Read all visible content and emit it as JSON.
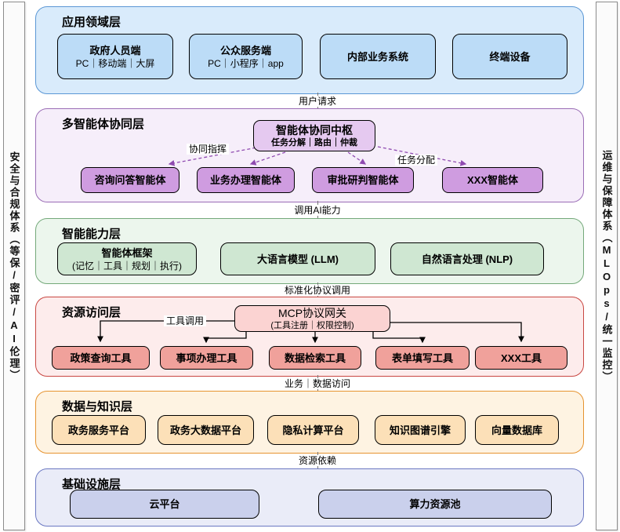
{
  "sidebars": {
    "left": "安全与合规体系（等保/密评/AI伦理）",
    "right": "运维与保障体系（MLOps/统一监控）"
  },
  "connectors": [
    "用户请求",
    "调用AI能力",
    "标准化协议调用",
    "业务｜数据访问",
    "资源依赖"
  ],
  "layers": {
    "app": {
      "title": "应用领域层",
      "boxes": [
        {
          "title": "政府人员端",
          "subtitle": "PC｜移动端｜大屏"
        },
        {
          "title": "公众服务端",
          "subtitle": "PC｜小程序｜app"
        },
        {
          "title": "内部业务系统",
          "subtitle": ""
        },
        {
          "title": "终端设备",
          "subtitle": ""
        }
      ]
    },
    "agents": {
      "title": "多智能体协同层",
      "hub": {
        "title": "智能体协同中枢",
        "subtitle": "任务分解｜路由｜仲裁"
      },
      "edge_labels": {
        "left": "协同指挥",
        "right": "任务分配"
      },
      "boxes": [
        "咨询问答智能体",
        "业务办理智能体",
        "审批研判智能体",
        "XXX智能体"
      ]
    },
    "ai": {
      "title": "智能能力层",
      "boxes": [
        {
          "title": "智能体框架",
          "subtitle": "(记忆｜工具｜规划｜执行)"
        },
        {
          "title": "大语言模型 (LLM)",
          "subtitle": ""
        },
        {
          "title": "自然语言处理 (NLP)",
          "subtitle": ""
        }
      ]
    },
    "resource": {
      "title": "资源访问层",
      "hub": {
        "title": "MCP协议网关",
        "subtitle": "(工具注册｜权限控制)"
      },
      "edge_label": "工具调用",
      "boxes": [
        "政策查询工具",
        "事项办理工具",
        "数据检索工具",
        "表单填写工具",
        "XXX工具"
      ]
    },
    "data": {
      "title": "数据与知识层",
      "boxes": [
        "政务服务平台",
        "政务大数据平台",
        "隐私计算平台",
        "知识图谱引擎",
        "向量数据库"
      ]
    },
    "infra": {
      "title": "基础设施层",
      "boxes": [
        "云平台",
        "算力资源池"
      ]
    }
  }
}
